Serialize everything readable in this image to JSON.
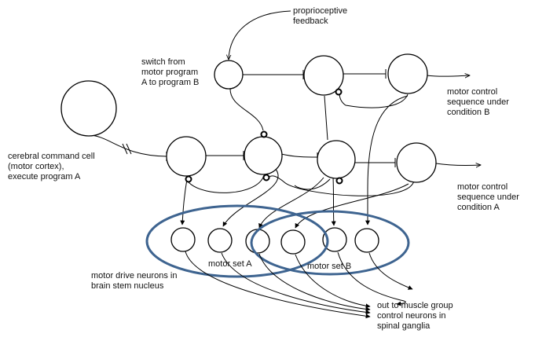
{
  "labels": {
    "proprioceptive": "proprioceptive\nfeedback",
    "switch": "switch from\nmotor program\nA to program B",
    "cerebral": "cerebral command cell\n(motor cortex),\nexecute program A",
    "condition_b": "motor control\nsequence under\ncondition B",
    "condition_a": "motor control\nsequence under\ncondition A",
    "motor_set_a": "motor set A",
    "motor_set_b": "motor set B",
    "drive_neurons": "motor drive neurons in\nbrain stem nucleus",
    "out_muscle": "out to muscle group\ncontrol neurons in\nspinal ganglia"
  },
  "colors": {
    "ellipse": "#3e6490",
    "line": "#000000"
  }
}
